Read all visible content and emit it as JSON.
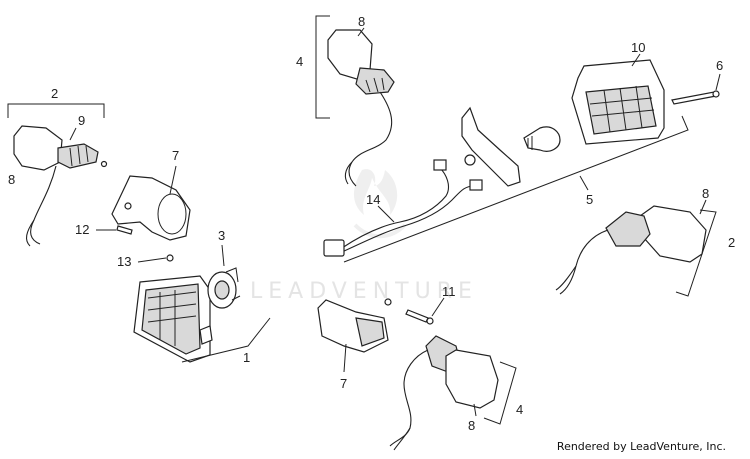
{
  "callouts": {
    "c1": "1",
    "c2_left": "2",
    "c2_right": "2",
    "c3": "3",
    "c4_top": "4",
    "c4_bottom": "4",
    "c5": "5",
    "c6": "6",
    "c7_top": "7",
    "c7_bottom": "7",
    "c8_top": "8",
    "c8_left": "8",
    "c8_right": "8",
    "c8_bottom": "8",
    "c9": "9",
    "c10": "10",
    "c11": "11",
    "c12": "12",
    "c13": "13",
    "c14": "14"
  },
  "watermark": "LEADVENTURE",
  "credit": "Rendered by LeadVenture, Inc."
}
